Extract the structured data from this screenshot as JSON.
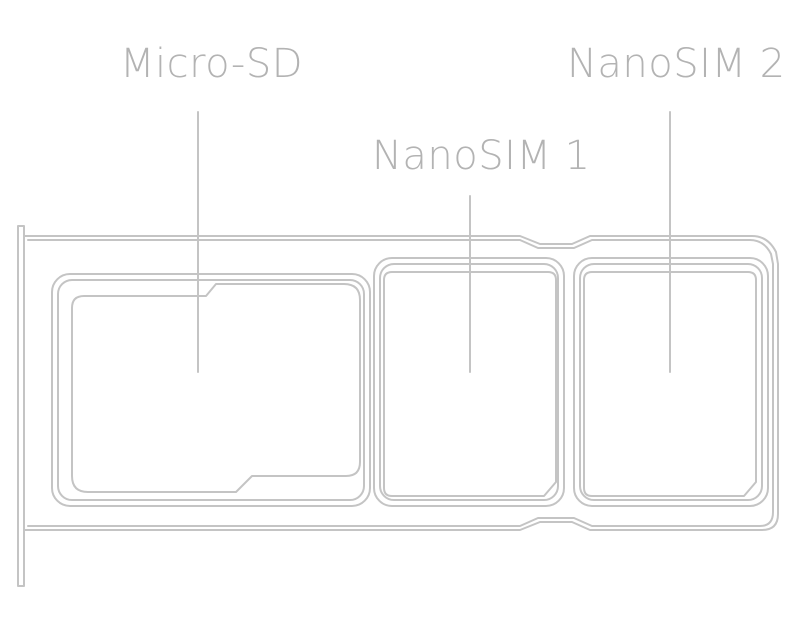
{
  "diagram": {
    "labels": {
      "micro_sd": "Micro-SD",
      "nano_sim_1": "NanoSIM 1",
      "nano_sim_2": "NanoSIM 2"
    },
    "colors": {
      "line": "#c4c4c4",
      "text": "#b3b3b3",
      "background": "#ffffff"
    }
  }
}
